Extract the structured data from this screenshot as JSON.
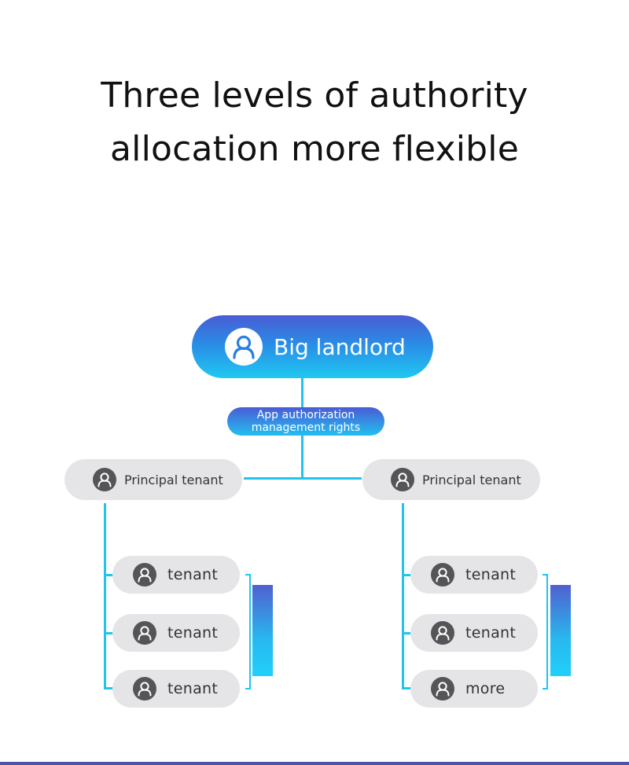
{
  "title": {
    "line1": "Three levels of authority",
    "line2": "allocation more flexible"
  },
  "root": {
    "label": "Big landlord",
    "icon": "person-icon"
  },
  "permission": {
    "line1": "App authorization",
    "line2": "management rights"
  },
  "branches": [
    {
      "principal": "Principal tenant",
      "tenants": [
        "tenant",
        "tenant",
        "tenant"
      ]
    },
    {
      "principal": "Principal tenant",
      "tenants": [
        "tenant",
        "tenant",
        "more"
      ]
    }
  ],
  "colors": {
    "accent_top": "#4a5cd4",
    "accent_bottom": "#20c8f2",
    "connector": "#21c3ef",
    "node_gray": "#e5e5e7",
    "avatar_gray": "#555559"
  }
}
